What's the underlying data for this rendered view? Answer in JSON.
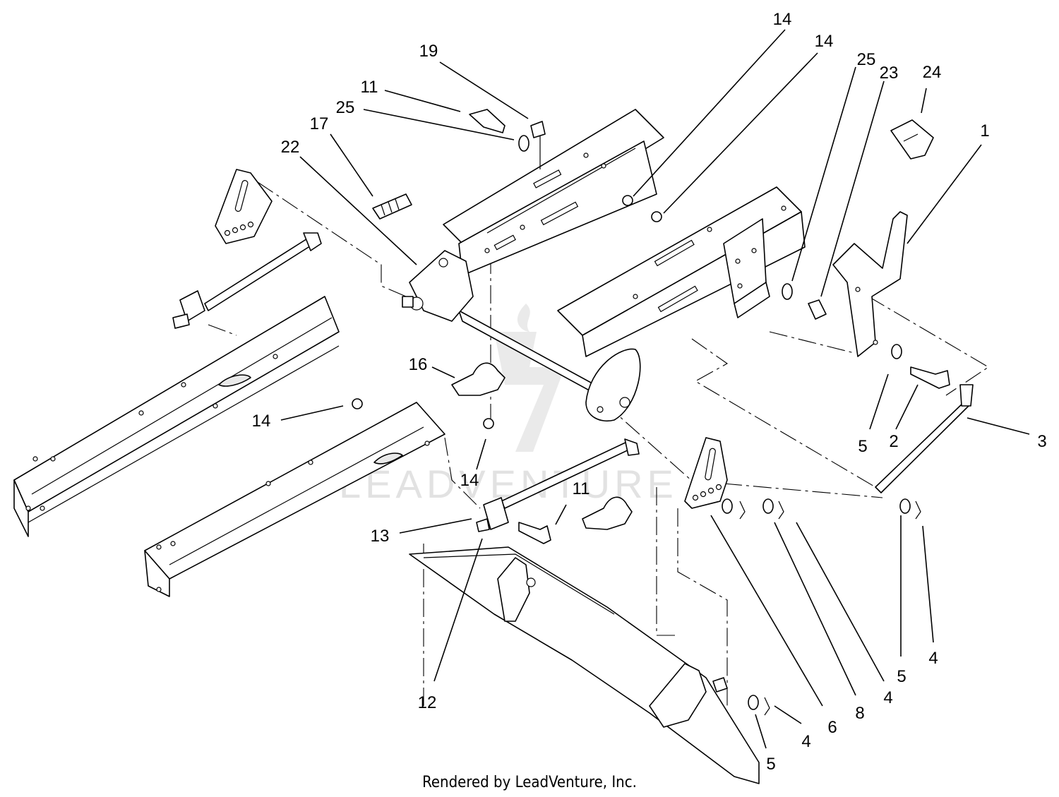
{
  "credit": "Rendered by LeadVenture, Inc.",
  "watermark": "LEADVENTURE",
  "callouts": [
    {
      "id": "c-14-top-a",
      "label": "14"
    },
    {
      "id": "c-14-top-b",
      "label": "14"
    },
    {
      "id": "c-25-right",
      "label": "25"
    },
    {
      "id": "c-23",
      "label": "23"
    },
    {
      "id": "c-24",
      "label": "24"
    },
    {
      "id": "c-1",
      "label": "1"
    },
    {
      "id": "c-19",
      "label": "19"
    },
    {
      "id": "c-11-top",
      "label": "11"
    },
    {
      "id": "c-25-top",
      "label": "25"
    },
    {
      "id": "c-17",
      "label": "17"
    },
    {
      "id": "c-22",
      "label": "22"
    },
    {
      "id": "c-16",
      "label": "16"
    },
    {
      "id": "c-14-left",
      "label": "14"
    },
    {
      "id": "c-14-mid",
      "label": "14"
    },
    {
      "id": "c-11-mid",
      "label": "11"
    },
    {
      "id": "c-13",
      "label": "13"
    },
    {
      "id": "c-12",
      "label": "12"
    },
    {
      "id": "c-5-a",
      "label": "5"
    },
    {
      "id": "c-2",
      "label": "2"
    },
    {
      "id": "c-3",
      "label": "3"
    },
    {
      "id": "c-5-b",
      "label": "5"
    },
    {
      "id": "c-4-a",
      "label": "4"
    },
    {
      "id": "c-4-b",
      "label": "4"
    },
    {
      "id": "c-8",
      "label": "8"
    },
    {
      "id": "c-6",
      "label": "6"
    },
    {
      "id": "c-4-c",
      "label": "4"
    },
    {
      "id": "c-5-c",
      "label": "5"
    }
  ]
}
